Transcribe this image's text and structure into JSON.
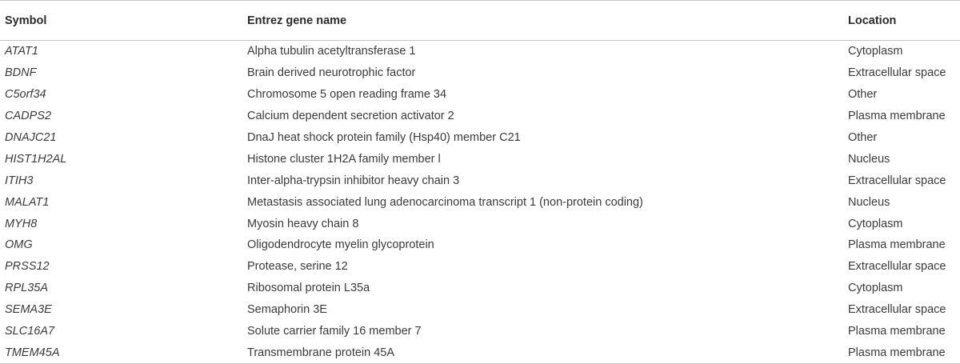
{
  "table": {
    "headers": {
      "symbol": "Symbol",
      "name": "Entrez gene name",
      "location": "Location"
    },
    "rows": [
      {
        "symbol": "ATAT1",
        "name": "Alpha tubulin acetyltransferase 1",
        "location": "Cytoplasm"
      },
      {
        "symbol": "BDNF",
        "name": "Brain derived neurotrophic factor",
        "location": "Extracellular space"
      },
      {
        "symbol": "C5orf34",
        "name": "Chromosome 5 open reading frame 34",
        "location": "Other"
      },
      {
        "symbol": "CADPS2",
        "name": "Calcium dependent secretion activator 2",
        "location": "Plasma membrane"
      },
      {
        "symbol": "DNAJC21",
        "name": "DnaJ heat shock protein family (Hsp40) member C21",
        "location": "Other"
      },
      {
        "symbol": "HIST1H2AL",
        "name": "Histone cluster 1H2A family member l",
        "location": "Nucleus"
      },
      {
        "symbol": "ITIH3",
        "name": "Inter-alpha-trypsin inhibitor heavy chain 3",
        "location": "Extracellular space"
      },
      {
        "symbol": "MALAT1",
        "name": "Metastasis associated lung adenocarcinoma transcript 1 (non-protein coding)",
        "location": "Nucleus"
      },
      {
        "symbol": "MYH8",
        "name": "Myosin heavy chain 8",
        "location": "Cytoplasm"
      },
      {
        "symbol": "OMG",
        "name": "Oligodendrocyte myelin glycoprotein",
        "location": "Plasma membrane"
      },
      {
        "symbol": "PRSS12",
        "name": "Protease, serine 12",
        "location": "Extracellular space"
      },
      {
        "symbol": "RPL35A",
        "name": "Ribosomal protein L35a",
        "location": "Cytoplasm"
      },
      {
        "symbol": "SEMA3E",
        "name": "Semaphorin 3E",
        "location": "Extracellular space"
      },
      {
        "symbol": "SLC16A7",
        "name": "Solute carrier family 16 member 7",
        "location": "Plasma membrane"
      },
      {
        "symbol": "TMEM45A",
        "name": "Transmembrane protein 45A",
        "location": "Plasma membrane"
      }
    ]
  }
}
